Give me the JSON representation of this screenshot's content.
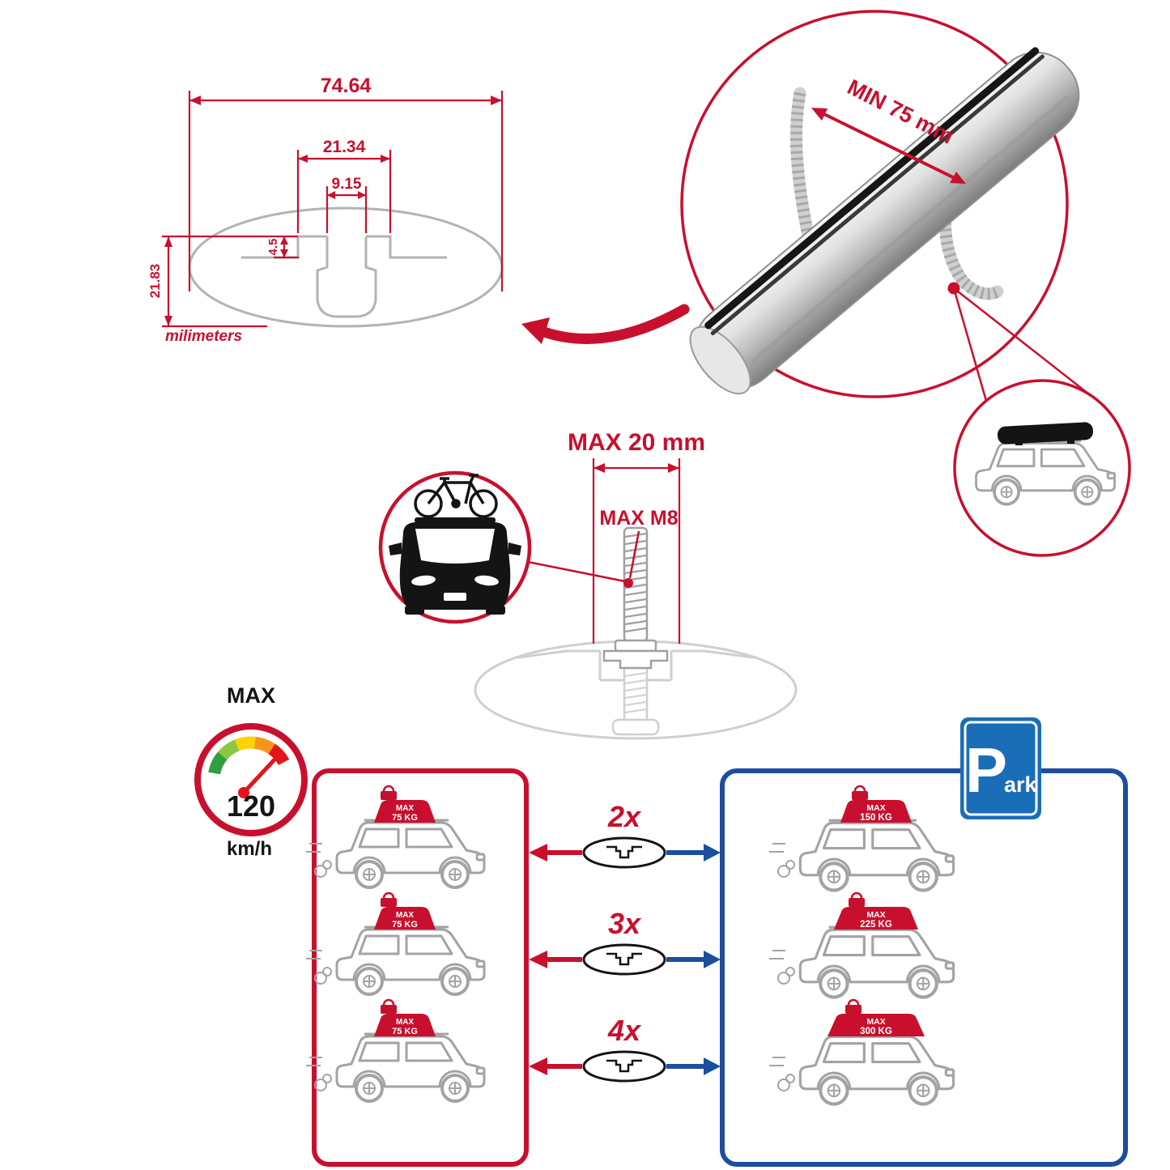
{
  "colors": {
    "red": "#c8102e",
    "panel_blue": "#1d4e9e",
    "sign_blue": "#1a6db7",
    "gray": "#9c9c9c"
  },
  "tech_drawing": {
    "width": "74.64",
    "channel_outer": "21.34",
    "channel_inner": "9.15",
    "lip": "4.5",
    "height": "21.83",
    "units": "milimeters"
  },
  "bar_callout": {
    "min_label": "MIN 75 mm"
  },
  "bolt_callout": {
    "max_width": "MAX 20 mm",
    "max_thread": "MAX M8"
  },
  "speed_limit": {
    "label": "MAX",
    "value": "120",
    "unit": "km/h"
  },
  "driving_panel": {
    "cars": [
      {
        "max": "MAX",
        "load": "75 KG"
      },
      {
        "max": "MAX",
        "load": "75 KG"
      },
      {
        "max": "MAX",
        "load": "75 KG"
      }
    ]
  },
  "multipliers": [
    {
      "label": "2x"
    },
    {
      "label": "3x"
    },
    {
      "label": "4x"
    }
  ],
  "parking_panel": {
    "sign_p": "P",
    "sign_ark": "ark",
    "cars": [
      {
        "max": "MAX",
        "load": "150 KG"
      },
      {
        "max": "MAX",
        "load": "225 KG"
      },
      {
        "max": "MAX",
        "load": "300 KG"
      }
    ]
  }
}
